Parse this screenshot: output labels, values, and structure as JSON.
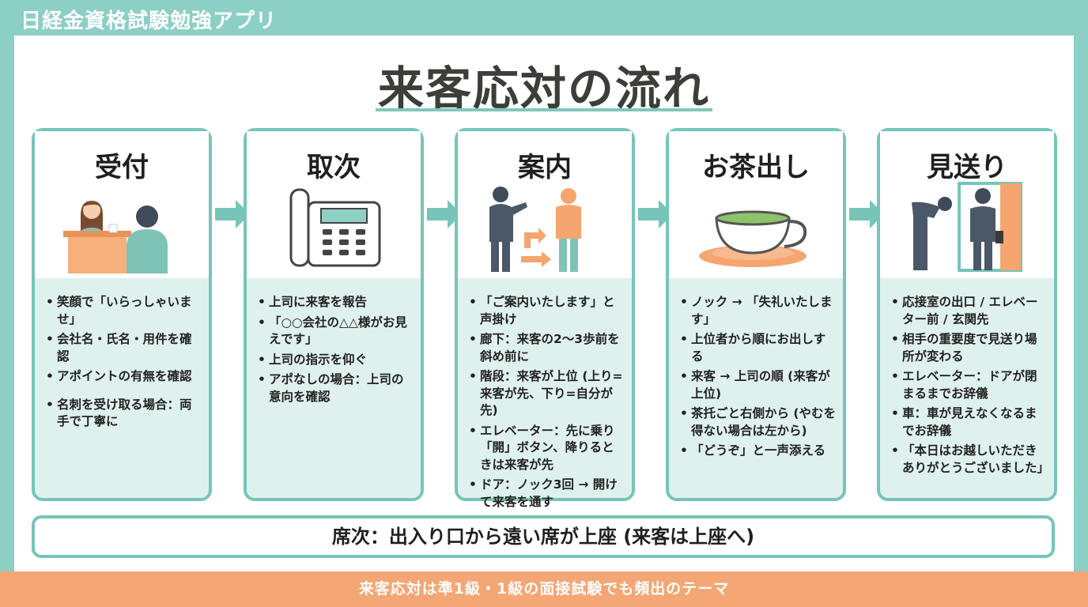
{
  "app": {
    "title": "日経金資格試験勉強アプリ"
  },
  "main": {
    "title": "来客応対の流れ"
  },
  "steps": [
    {
      "title": "受付",
      "icon": "receptionist-icon",
      "items": [
        "笑顔で「いらっしゃいませ」",
        "会社名・氏名・用件を確認",
        "アポイントの有無を確認",
        "名刺を受け取る場合：両手で丁寧に"
      ]
    },
    {
      "title": "取次",
      "icon": "telephone-icon",
      "items": [
        "上司に来客を報告",
        "「○○会社の△△様がお見えです」",
        "上司の指示を仰ぐ",
        "アポなしの場合：上司の意向を確認"
      ]
    },
    {
      "title": "案内",
      "icon": "guide-person-icon",
      "items": [
        "「ご案内いたします」と声掛け",
        "廊下：来客の2〜3歩前を斜め前に",
        "階段：来客が上位 (上り=来客が先、下り=自分が先)",
        "エレベーター：先に乗り「開」ボタン、降りるときは来客が先",
        "ドア：ノック3回 → 開けて来客を通す"
      ]
    },
    {
      "title": "お茶出し",
      "icon": "teacup-icon",
      "items": [
        "ノック → 「失礼いたします」",
        "上位者から順にお出しする",
        "来客 → 上司の順 (来客が上位)",
        "茶托ごと右側から (やむを得ない場合は左から)",
        "「どうぞ」と一声添える"
      ]
    },
    {
      "title": "見送り",
      "icon": "bowing-person-icon",
      "items": [
        "応接室の出口 / エレベーター前 / 玄関先",
        "相手の重要度で見送り場所が変わる",
        "エレベーター：ドアが閉まるまでお辞儀",
        "車：車が見えなくなるまでお辞儀",
        "「本日はお越しいただきありがとうございました」"
      ]
    }
  ],
  "note": {
    "text": "席次：出入り口から遠い席が上座 (来客は上座へ)"
  },
  "footer": {
    "text": "来客応対は準1級・1級の面接試験でも頻出のテーマ"
  },
  "colors": {
    "teal": "#76c5b8",
    "teal_light": "#dff1ed",
    "background": "#8ccfc4",
    "accent_orange": "#f4a675",
    "illustration_orange": "#f5a56f",
    "suit_navy": "#4a5868"
  }
}
